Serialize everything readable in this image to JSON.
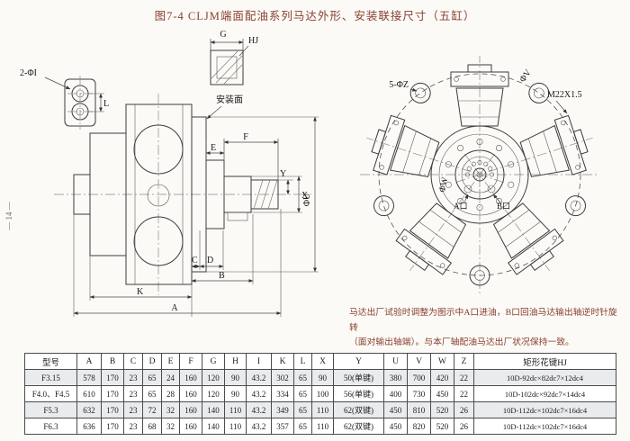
{
  "colors": {
    "accent_ink": "#8a4030"
  },
  "page": {
    "title": "图7-4  CLJM端面配油系列马达外形、安装联接尺寸（五缸）",
    "page_number": "— 14 —",
    "note_line1": "马达出厂试验时调整为图示中A口进油，B口回油马达输出轴逆时针旋转",
    "note_line2": "（面对输出轴端）。与本厂轴配油马达出厂状况保持一致。"
  },
  "side_view": {
    "dim_g": "G",
    "spline_ref": "HJ",
    "holes": "2-ΦI",
    "dim_l": "L",
    "mount_face": "安装面",
    "dim_e": "E",
    "dim_f": "F",
    "dim_x": "X",
    "dim_y": "Y",
    "dim_phi_u": "ΦU",
    "dim_c": "C",
    "dim_d": "D",
    "dim_b": "B",
    "dim_k": "K",
    "dim_a": "A"
  },
  "front_view": {
    "holes": "5-ΦZ",
    "thread": "M22X1.5",
    "dim_phi_v": "ΦV",
    "dim_phi_w": "ΦW",
    "port_a": "A口",
    "port_b": "B口"
  },
  "table": {
    "headers": [
      "型号",
      "A",
      "B",
      "C",
      "D",
      "E",
      "F",
      "G",
      "H",
      "I",
      "K",
      "L",
      "X",
      "Y",
      "U",
      "V",
      "W",
      "Z",
      "矩形花键HJ"
    ],
    "rows": [
      [
        "F3.15",
        "578",
        "170",
        "23",
        "65",
        "24",
        "160",
        "120",
        "90",
        "43.2",
        "302",
        "65",
        "90",
        "50(单键)",
        "380",
        "700",
        "420",
        "22",
        "10D-92dc×82dc7×12dc4"
      ],
      [
        "F4.0、F4.5",
        "610",
        "170",
        "23",
        "65",
        "28",
        "160",
        "120",
        "90",
        "43.2",
        "334",
        "65",
        "100",
        "56(单键)",
        "400",
        "730",
        "450",
        "22",
        "10D-102dc×92dc7×14dc4"
      ],
      [
        "F5.3",
        "632",
        "170",
        "23",
        "72",
        "32",
        "160",
        "140",
        "110",
        "43.2",
        "349",
        "65",
        "110",
        "62(双键)",
        "450",
        "810",
        "520",
        "26",
        "10D-112dc×102dc7×16dc4"
      ],
      [
        "F6.3",
        "636",
        "170",
        "23",
        "68",
        "32",
        "160",
        "140",
        "110",
        "43.2",
        "357",
        "65",
        "110",
        "62(双键)",
        "450",
        "820",
        "520",
        "26",
        "10D-112dc×102dc7×16dc4"
      ]
    ]
  }
}
